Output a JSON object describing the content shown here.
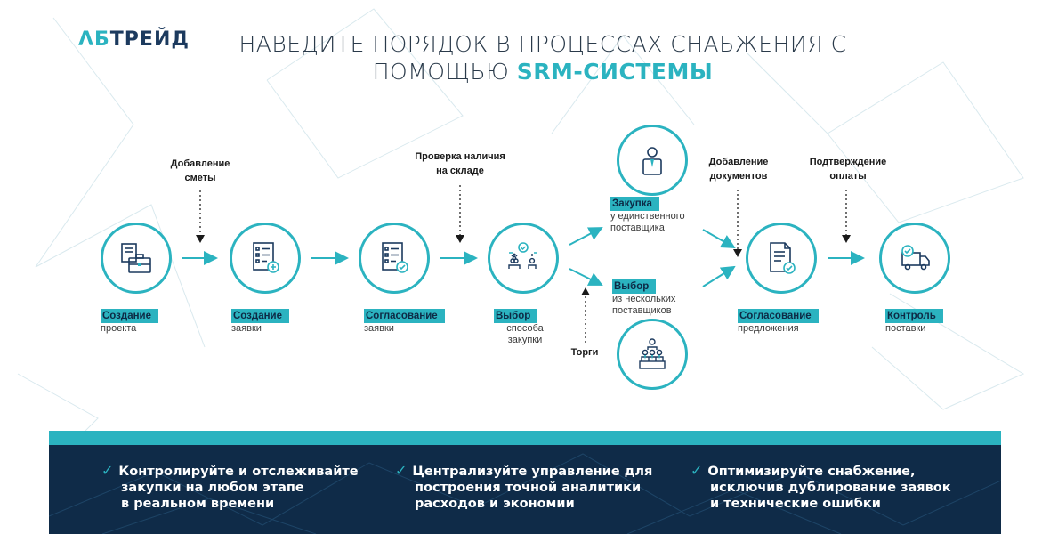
{
  "logo": {
    "text": "ТРЕЙД",
    "mark": "ΛБ"
  },
  "title": {
    "line1": "НАВЕДИТЕ ПОРЯДОК В ПРОЦЕССАХ СНАБЖЕНИЯ  С",
    "line2_plain": "ПОМОЩЬЮ ",
    "line2_accent": "SRM-СИСТЕМЫ"
  },
  "steps": [
    {
      "badge": "Создание",
      "sub": "проекта",
      "icon": "briefcase-docs-icon"
    },
    {
      "badge": "Создание",
      "sub": "заявки",
      "icon": "checklist-plus-icon"
    },
    {
      "badge": "Согласование",
      "sub": "заявки",
      "icon": "checklist-approve-icon"
    },
    {
      "badge": "Выбор",
      "sub1": "способа",
      "sub2": "закупки",
      "icon": "hierarchy-choice-icon"
    },
    {
      "badge": "Закупка",
      "sub1": "у единственного",
      "sub2": "поставщика",
      "icon": "single-supplier-icon"
    },
    {
      "badge": "Выбор",
      "sub1": "из нескольких",
      "sub2": "поставщиков",
      "icon": "multi-supplier-icon"
    },
    {
      "badge": "Согласование",
      "sub": "предложения",
      "icon": "document-approve-icon"
    },
    {
      "badge": "Контроль",
      "sub": "поставки",
      "icon": "delivery-truck-icon"
    }
  ],
  "notes": {
    "estimate": {
      "l1": "Добавление",
      "l2": "сметы"
    },
    "stock": {
      "l1": "Проверка  наличия",
      "l2": "на складе"
    },
    "docs": {
      "l1": "Добавление",
      "l2": "документов"
    },
    "payment": {
      "l1": "Подтверждение",
      "l2": "оплаты"
    },
    "tender": "Торги"
  },
  "benefits": [
    {
      "l1": "Контролируйте и отслеживайте",
      "l2": "закупки на любом этапе",
      "l3": "в реальном времени"
    },
    {
      "l1": "Централизуйте управление для",
      "l2": "построения точной аналитики",
      "l3": "расходов и экономии"
    },
    {
      "l1": "Оптимизируйте снабжение,",
      "l2": "исключив дублирование заявок",
      "l3": "и технические  ошибки"
    }
  ],
  "colors": {
    "accent": "#2bb3c0",
    "navy": "#0f2b48"
  }
}
